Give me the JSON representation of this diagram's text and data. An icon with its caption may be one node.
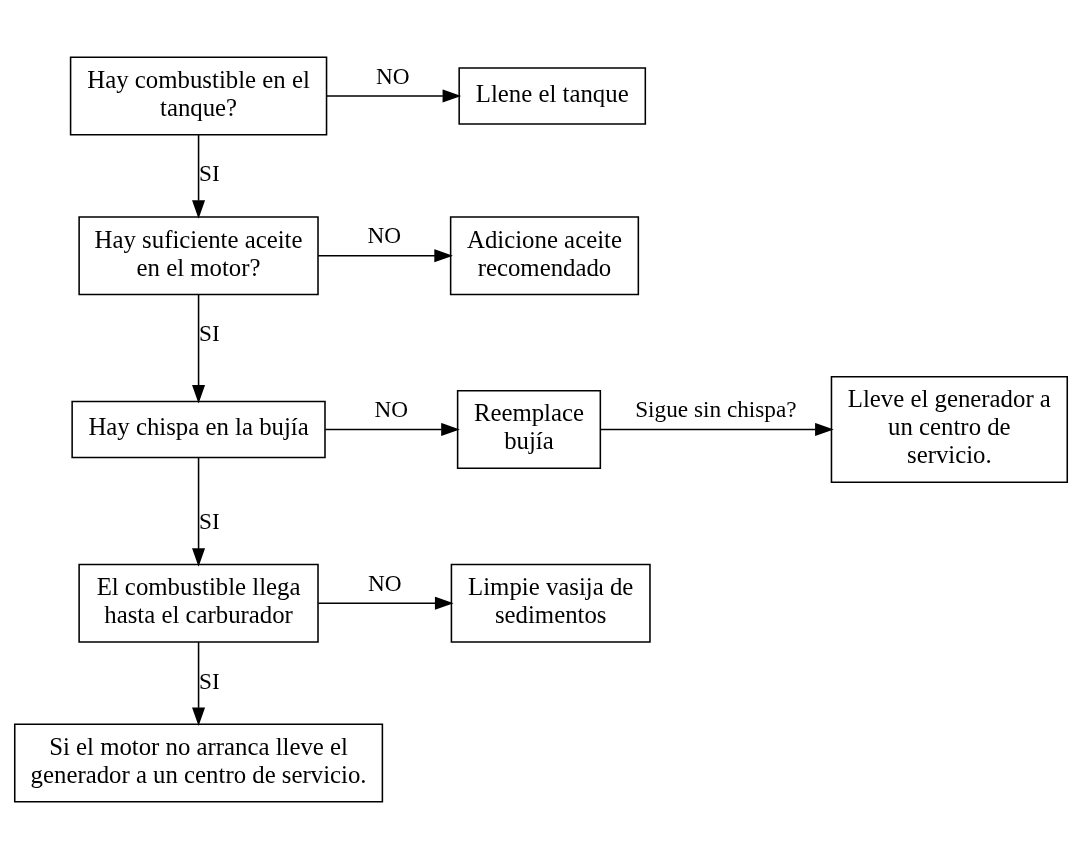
{
  "diagram": {
    "nodes": [
      {
        "text": [
          "Hay combustible en el tanque?"
        ]
      },
      {
        "text": [
          "Llene el tanque"
        ]
      },
      {
        "text": [
          "Hay suficiente aceite en el motor?"
        ]
      },
      {
        "text": [
          "Adicione aceite recomendado"
        ]
      },
      {
        "text": [
          "Hay chispa en la bujía"
        ]
      },
      {
        "text": [
          "Reemplace bujía"
        ]
      },
      {
        "text": [
          "Lleve el generador a un centro de servicio."
        ]
      },
      {
        "text": [
          "El combustible llega hasta el carburador"
        ]
      },
      {
        "text": [
          "Limpie vasija de sedimentos"
        ]
      },
      {
        "text": [
          "Si el motor no arranca lleve el generador a un centro de servicio."
        ]
      }
    ],
    "edges": [
      {
        "from": 0,
        "to": 1,
        "arrow": "to",
        "label": "NO"
      },
      {
        "from": 0,
        "to": 2,
        "arrow": "to",
        "label": "SI"
      },
      {
        "from": 2,
        "to": 3,
        "arrow": "to",
        "label": "NO"
      },
      {
        "from": 2,
        "to": 4,
        "arrow": "to",
        "label": "SI"
      },
      {
        "from": 4,
        "to": 5,
        "arrow": "to",
        "label": "NO"
      },
      {
        "from": 5,
        "to": 6,
        "arrow": "to",
        "label": "Sigue sin chispa?"
      },
      {
        "from": 4,
        "to": 7,
        "arrow": "to",
        "label": "SI"
      },
      {
        "from": 7,
        "to": 8,
        "arrow": "to",
        "label": "NO"
      },
      {
        "from": 7,
        "to": 9,
        "arrow": "to",
        "label": "SI"
      }
    ]
  }
}
